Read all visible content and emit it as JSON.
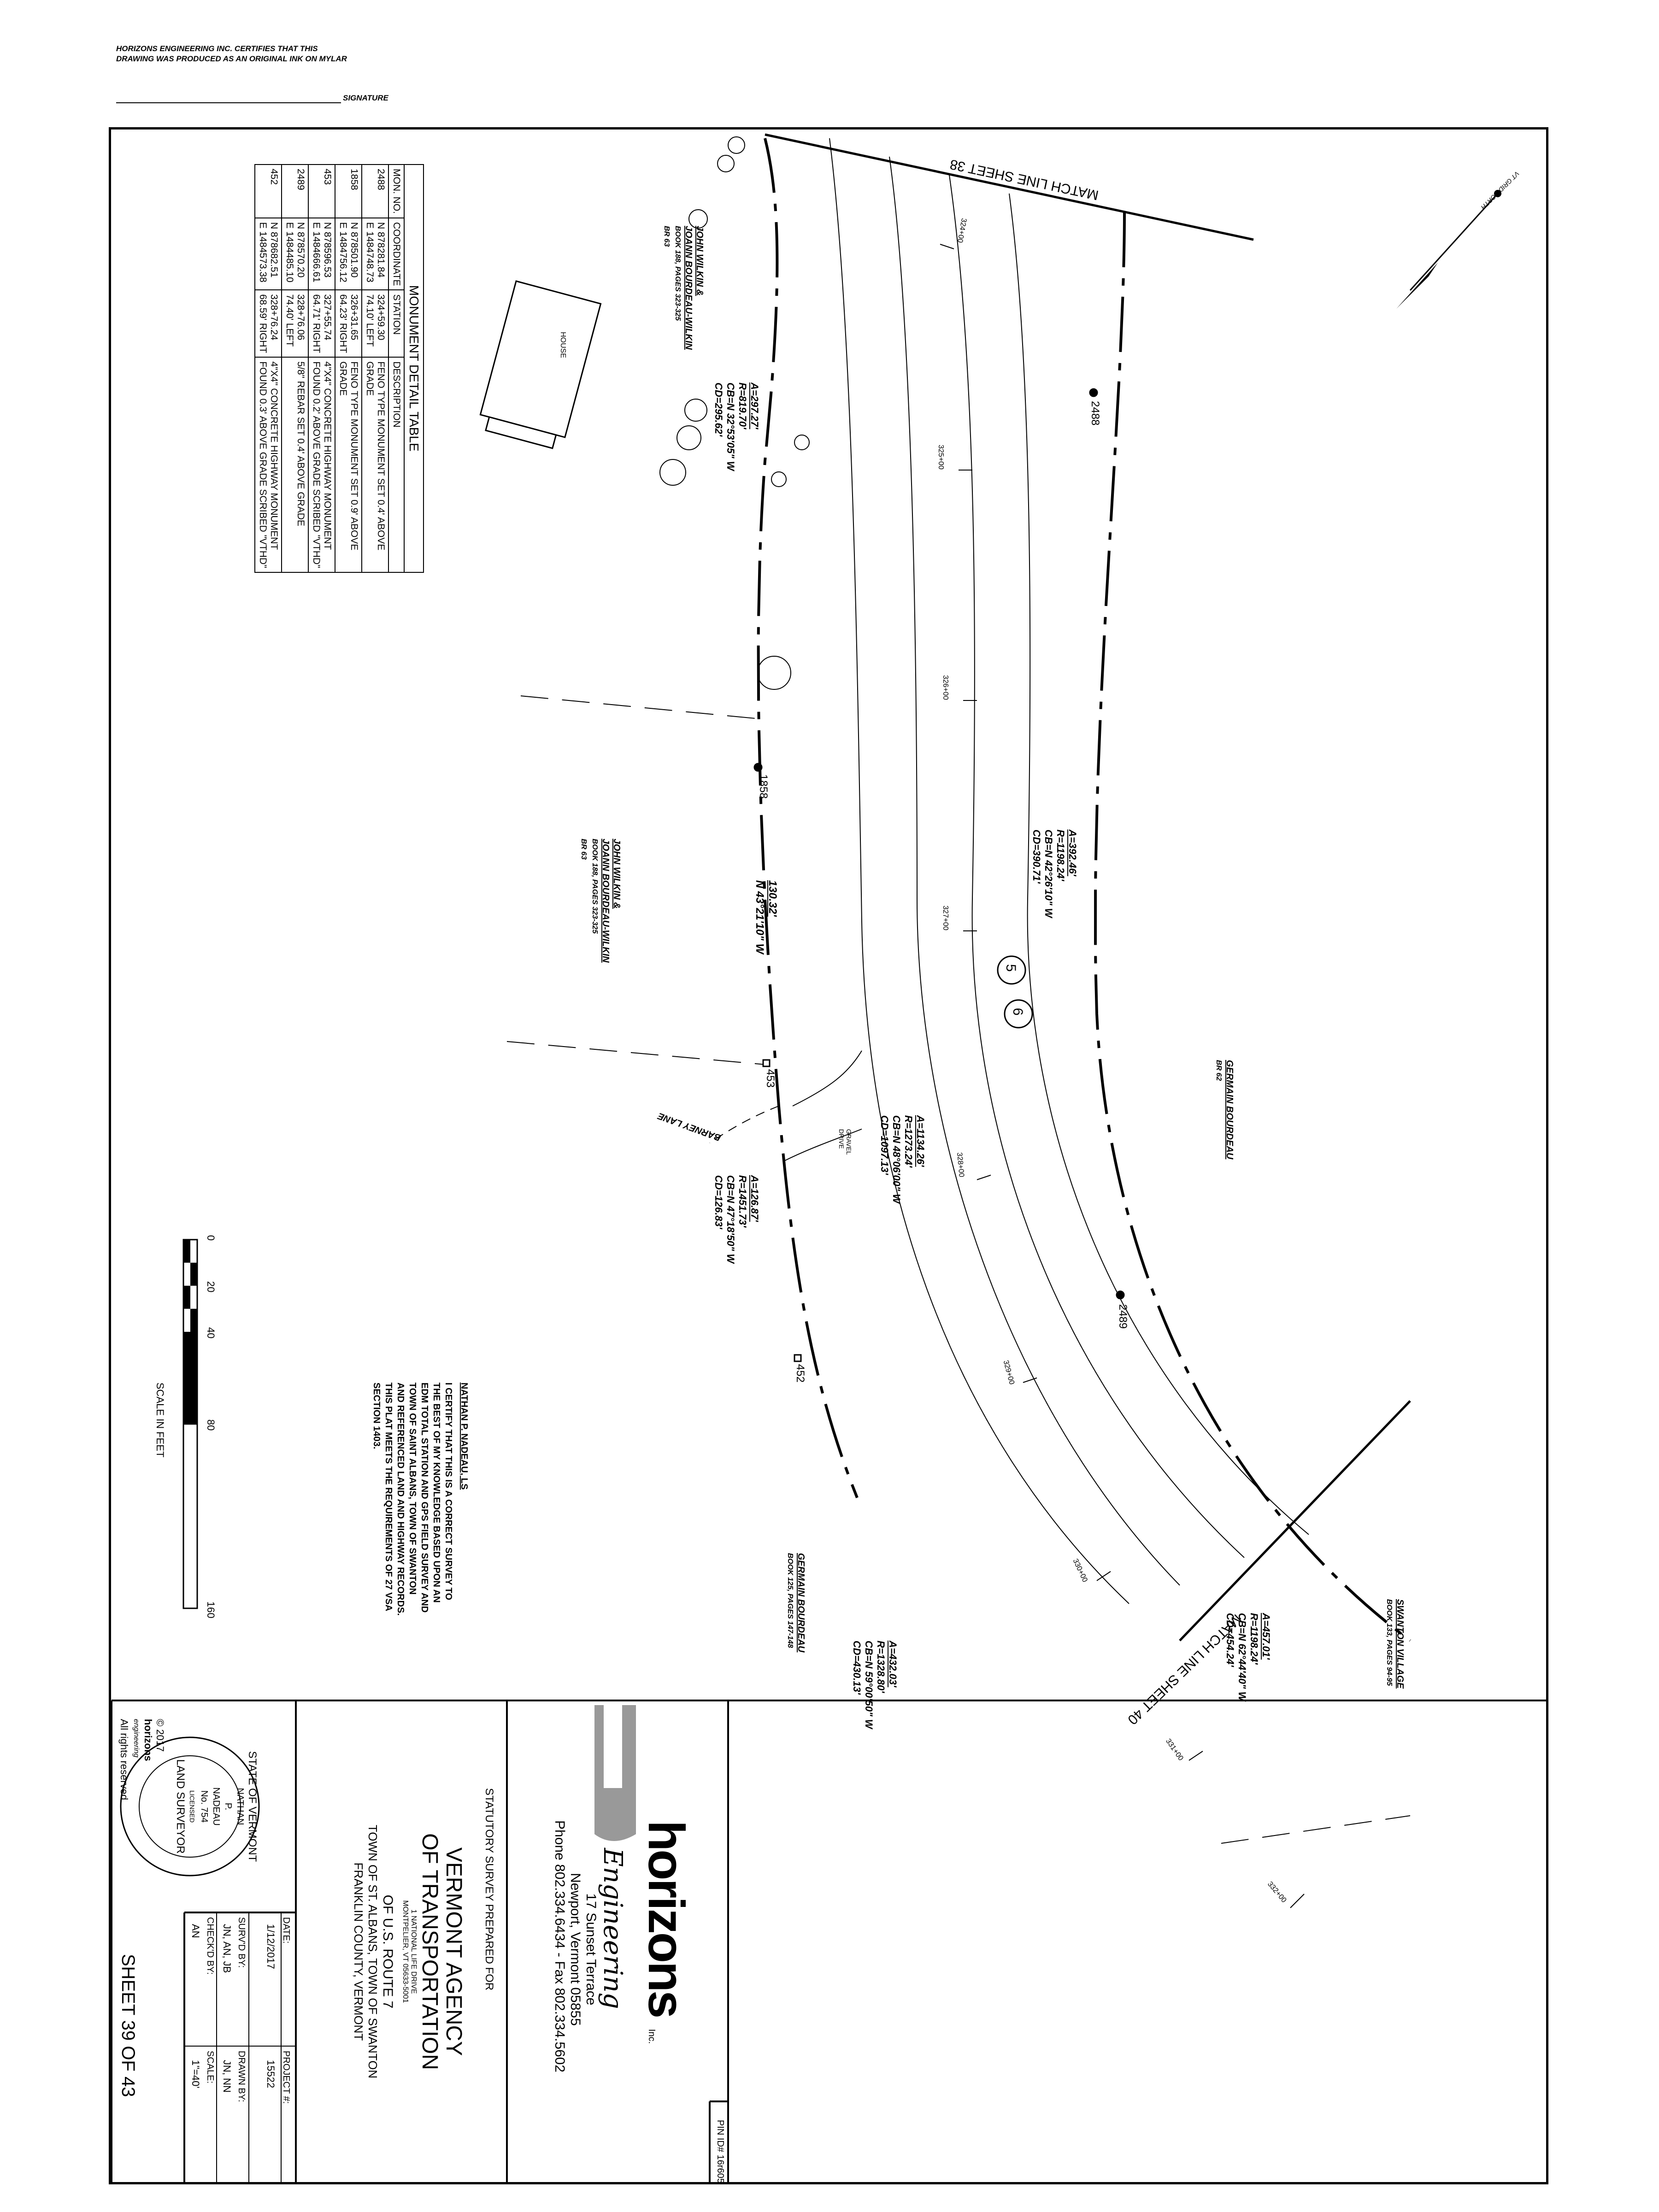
{
  "header": {
    "cert_line1": "HORIZONS ENGINEERING INC. CERTIFIES THAT THIS",
    "cert_line2": "DRAWING WAS PRODUCED AS AN ORIGINAL INK ON MYLAR",
    "signature_label": "SIGNATURE"
  },
  "north": {
    "label": "VT GRID NORTH"
  },
  "match_lines": {
    "top": "MATCH LINE SHEET 38",
    "bottom": "MATCH LINE SHEET 40"
  },
  "monument_table": {
    "title": "MONUMENT DETAIL TABLE",
    "headers": [
      "MON. NO.",
      "COORDINATE",
      "STATION",
      "DESCRIPTION"
    ],
    "rows": [
      {
        "mon": "2488",
        "coord1": "N 878281.84",
        "coord2": "E 1484748.73",
        "sta1": "324+59.30",
        "sta2": "74.10' LEFT",
        "desc1": "FENO TYPE MONUMENT SET 0.4' ABOVE",
        "desc2": "GRADE"
      },
      {
        "mon": "1858",
        "coord1": "N 878501.90",
        "coord2": "E 1484756.12",
        "sta1": "326+31.65",
        "sta2": "64.23' RIGHT",
        "desc1": "FENO TYPE MONUMENT SET 0.9' ABOVE",
        "desc2": "GRADE"
      },
      {
        "mon": "453",
        "coord1": "N 878596.53",
        "coord2": "E 1484666.61",
        "sta1": "327+55.74",
        "sta2": "64.71' RIGHT",
        "desc1": "4\"X4\" CONCRETE HIGHWAY MONUMENT",
        "desc2": "FOUND 0.2' ABOVE GRADE SCRIBED \"VTHD\""
      },
      {
        "mon": "2489",
        "coord1": "N 878570.20",
        "coord2": "E 1484485.10",
        "sta1": "328+76.06",
        "sta2": "74.40' LEFT",
        "desc1": "5/8\" REBAR SET 0.4' ABOVE GRADE",
        "desc2": ""
      },
      {
        "mon": "452",
        "coord1": "N 878682.51",
        "coord2": "E 1484573.38",
        "sta1": "328+76.24",
        "sta2": "68.59' RIGHT",
        "desc1": "4\"X4\" CONCRETE HIGHWAY MONUMENT",
        "desc2": "FOUND 0.3' ABOVE GRADE SCRIBED \"VTHD\""
      }
    ]
  },
  "owners": {
    "wilkin1": {
      "name": "JOHN WILKIN &",
      "name2": "JOANN BOURDEAU-WILKIN",
      "book": "BOOK 188, PAGES 323-325",
      "br": "BR 63"
    },
    "wilkin2": {
      "name": "JOHN WILKIN &",
      "name2": "JOANN BOURDEAU-WILKIN",
      "book": "BOOK 188, PAGES 323-325",
      "br": "BR 63"
    },
    "germain1": {
      "name": "GERMAIN BOURDEAU",
      "br": "BR 62"
    },
    "germain2": {
      "name": "GERMAIN BOURDEAU",
      "book": "BOOK 125, PAGES 147-148"
    },
    "swanton": {
      "name": "SWANTON VILLAGE",
      "book": "BOOK 133, PAGES 94-95"
    }
  },
  "house_label": "HOUSE",
  "barney_lane": "BARNEY LANE",
  "gravel_drive": [
    "GRAVEL",
    "DRIVE"
  ],
  "curves": {
    "c1": [
      "A=297.27'",
      "R=819.70'",
      "CB=N 32°53'05\" W",
      "CD=295.62'"
    ],
    "c2": [
      "A=392.46'",
      "R=1198.24'",
      "CB=N 42°26'10\" W",
      "CD=390.71'"
    ],
    "c3": [
      "A=1134.26'",
      "R=1273.24'",
      "CB=N 48°06'00\" W",
      "CD=1097.13'"
    ],
    "c4": [
      "A=126.87'",
      "R=1451.73'",
      "CB=N 47°18'50\" W",
      "CD=126.83'"
    ],
    "c5": [
      "A=432.03'",
      "R=1328.80'",
      "CB=N 59°00'50\" W",
      "CD=430.13'"
    ],
    "c6": [
      "A=457.01'",
      "R=1198.24'",
      "CB=N 62°44'40\" W",
      "CD=454.24'"
    ]
  },
  "bearing": {
    "dist": "130.32'",
    "dir": "N 43°21'10\" W"
  },
  "stations": [
    "324+00",
    "325+00",
    "326+00",
    "327+00",
    "328+00",
    "329+00",
    "330+00",
    "331+00",
    "332+00"
  ],
  "monuments": [
    "2488",
    "1858",
    "453",
    "2489",
    "452"
  ],
  "circles": [
    "5",
    "6"
  ],
  "certification": {
    "name": "NATHAN P. NADEAU, LS",
    "lines": [
      "I CERTIFY THAT THIS IS A CORRECT SURVEY TO",
      "THE BEST OF MY KNOWLEDGE BASED UPON AN",
      "EDM TOTAL STATION AND GPS FIELD SURVEY AND",
      "TOWN OF SAINT ALBANS, TOWN OF SWANTON",
      "AND REFERENCED LAND AND HIGHWAY RECORDS.",
      "THIS PLAT MEETS THE REQUIREMENTS OF 27 VSA",
      "SECTION 1403."
    ]
  },
  "scale": {
    "ticks": [
      "0",
      "20",
      "40",
      "80",
      "160"
    ],
    "label": "SCALE IN FEET"
  },
  "copyright": {
    "line1": "© 2017",
    "logo": "horizons",
    "sub": "engineering",
    "line3": "All rights reserved"
  },
  "title_block": {
    "company": "horizons",
    "company_sub": "Engineering",
    "inc": "Inc.",
    "address1": "17 Sunset Terrace",
    "address2": "Newport, Vermont 05855",
    "phone": "Phone 802.334.6434 - Fax 802.334.5602",
    "pin": "PIN ID# 16r605",
    "prepared": "STATUTORY SURVEY PREPARED FOR",
    "agency1": "VERMONT AGENCY",
    "agency2": "OF TRANSPORTATION",
    "agency_addr1": "1 NATIONAL LIFE DRIVE",
    "agency_addr2": "MONTPELIER, VT 05633-5001",
    "route": "OF U.S. ROUTE 7",
    "towns": "TOWN OF ST. ALBANS, TOWN OF SWANTON",
    "county": "FRANKLIN COUNTY, VERMONT",
    "date_label": "DATE:",
    "date": "1/12/2017",
    "project_label": "PROJECT #:",
    "project": "15522",
    "survd_label": "SURV'D BY:",
    "survd": "JN, AN, JB",
    "drawn_label": "DRAWN BY:",
    "drawn": "JN, NN",
    "checkd_label": "CHECK'D BY:",
    "checkd": "AN",
    "scale_label": "SCALE:",
    "scale": "1\"=40'",
    "sheet": "SHEET 39 OF 43"
  },
  "seal": {
    "top": "STATE OF VERMONT",
    "name1": "NATHAN",
    "name2": "P.",
    "name3": "NADEAU",
    "no": "No. 754",
    "licensed": "LICENSED",
    "bottom": "LAND SURVEYOR"
  }
}
